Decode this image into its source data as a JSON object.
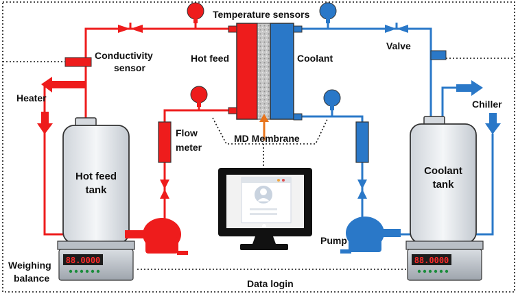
{
  "labels": {
    "temperature_sensors": "Temperature sensors",
    "conductivity_sensor_line1": "Conductivity",
    "conductivity_sensor_line2": "sensor",
    "hot_feed": "Hot feed",
    "coolant": "Coolant",
    "valve": "Valve",
    "heater": "Heater",
    "chiller": "Chiller",
    "flow_meter_line1": "Flow",
    "flow_meter_line2": "meter",
    "md_membrane": "MD Membrane",
    "hot_feed_tank_line1": "Hot feed",
    "hot_feed_tank_line2": "tank",
    "coolant_tank_line1": "Coolant",
    "coolant_tank_line2": "tank",
    "pump": "Pump",
    "weighing_balance_line1": "Weighing",
    "weighing_balance_line2": "balance",
    "data_login": "Data login"
  },
  "balance_display": {
    "left": "88.0000",
    "right": "88.0000"
  },
  "colors": {
    "hot": "#ee1c1c",
    "cold": "#2a78c8",
    "membrane": "#bdbdbd",
    "monitor": "#111111"
  }
}
